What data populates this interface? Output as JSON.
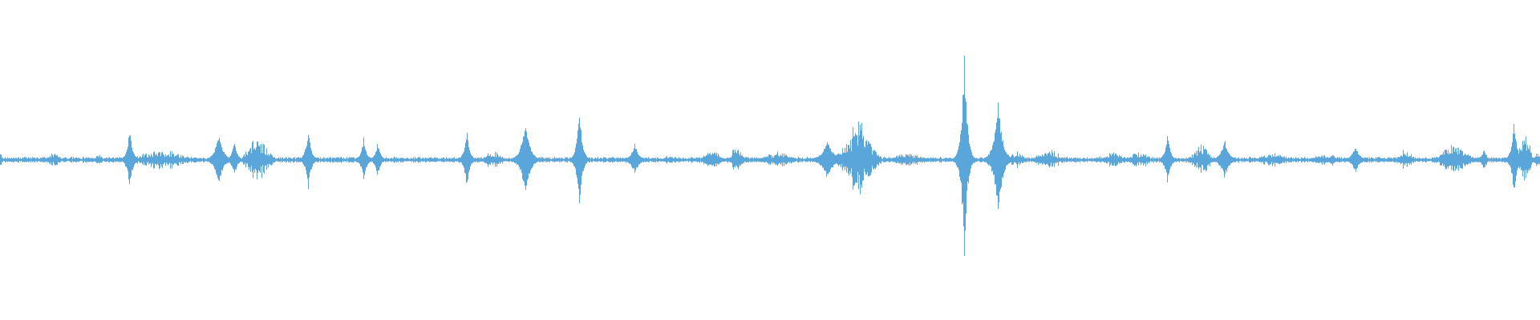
{
  "waveform": {
    "color": "#5aa5da",
    "background": "#ffffff",
    "baseline_amplitude": 0.006,
    "noise_amplitude": 0.012,
    "events": [
      {
        "t": 0.0,
        "amp": 0.04,
        "width": 0.002,
        "style": "burst"
      },
      {
        "t": 0.035,
        "amp": 0.05,
        "width": 0.004,
        "style": "burst"
      },
      {
        "t": 0.064,
        "amp": 0.03,
        "width": 0.001,
        "style": "tick"
      },
      {
        "t": 0.084,
        "amp": 0.18,
        "width": 0.002,
        "style": "transient"
      },
      {
        "t": 0.105,
        "amp": 0.06,
        "width": 0.018,
        "style": "burst"
      },
      {
        "t": 0.142,
        "amp": 0.16,
        "width": 0.003,
        "style": "transient"
      },
      {
        "t": 0.152,
        "amp": 0.11,
        "width": 0.002,
        "style": "transient"
      },
      {
        "t": 0.167,
        "amp": 0.13,
        "width": 0.008,
        "style": "cluster"
      },
      {
        "t": 0.2,
        "amp": 0.18,
        "width": 0.002,
        "style": "transient"
      },
      {
        "t": 0.236,
        "amp": 0.13,
        "width": 0.002,
        "style": "transient"
      },
      {
        "t": 0.245,
        "amp": 0.1,
        "width": 0.002,
        "style": "transient"
      },
      {
        "t": 0.303,
        "amp": 0.17,
        "width": 0.002,
        "style": "transient"
      },
      {
        "t": 0.32,
        "amp": 0.06,
        "width": 0.006,
        "style": "burst"
      },
      {
        "t": 0.341,
        "amp": 0.24,
        "width": 0.003,
        "style": "transient"
      },
      {
        "t": 0.376,
        "amp": 0.3,
        "width": 0.002,
        "style": "transient"
      },
      {
        "t": 0.412,
        "amp": 0.09,
        "width": 0.003,
        "style": "transient"
      },
      {
        "t": 0.434,
        "amp": 0.03,
        "width": 0.004,
        "style": "burst"
      },
      {
        "t": 0.462,
        "amp": 0.06,
        "width": 0.006,
        "style": "burst"
      },
      {
        "t": 0.478,
        "amp": 0.08,
        "width": 0.004,
        "style": "burst"
      },
      {
        "t": 0.505,
        "amp": 0.05,
        "width": 0.01,
        "style": "burst"
      },
      {
        "t": 0.537,
        "amp": 0.12,
        "width": 0.004,
        "style": "transient"
      },
      {
        "t": 0.557,
        "amp": 0.22,
        "width": 0.01,
        "style": "cluster"
      },
      {
        "t": 0.59,
        "amp": 0.04,
        "width": 0.012,
        "style": "burst"
      },
      {
        "t": 0.626,
        "amp": 0.62,
        "width": 0.002,
        "style": "transient"
      },
      {
        "t": 0.648,
        "amp": 0.34,
        "width": 0.003,
        "style": "transient"
      },
      {
        "t": 0.66,
        "amp": 0.05,
        "width": 0.006,
        "style": "burst"
      },
      {
        "t": 0.681,
        "amp": 0.07,
        "width": 0.008,
        "style": "burst"
      },
      {
        "t": 0.723,
        "amp": 0.05,
        "width": 0.006,
        "style": "burst"
      },
      {
        "t": 0.74,
        "amp": 0.05,
        "width": 0.008,
        "style": "burst"
      },
      {
        "t": 0.758,
        "amp": 0.15,
        "width": 0.002,
        "style": "transient"
      },
      {
        "t": 0.78,
        "amp": 0.09,
        "width": 0.006,
        "style": "burst"
      },
      {
        "t": 0.795,
        "amp": 0.12,
        "width": 0.003,
        "style": "transient"
      },
      {
        "t": 0.828,
        "amp": 0.05,
        "width": 0.01,
        "style": "burst"
      },
      {
        "t": 0.862,
        "amp": 0.04,
        "width": 0.01,
        "style": "burst"
      },
      {
        "t": 0.88,
        "amp": 0.08,
        "width": 0.003,
        "style": "transient"
      },
      {
        "t": 0.912,
        "amp": 0.06,
        "width": 0.006,
        "style": "burst"
      },
      {
        "t": 0.944,
        "amp": 0.09,
        "width": 0.01,
        "style": "cluster"
      },
      {
        "t": 0.963,
        "amp": 0.06,
        "width": 0.003,
        "style": "burst"
      },
      {
        "t": 0.983,
        "amp": 0.22,
        "width": 0.002,
        "style": "transient"
      },
      {
        "t": 0.99,
        "amp": 0.17,
        "width": 0.004,
        "style": "cluster"
      },
      {
        "t": 0.998,
        "amp": 0.05,
        "width": 0.002,
        "style": "burst"
      }
    ]
  }
}
